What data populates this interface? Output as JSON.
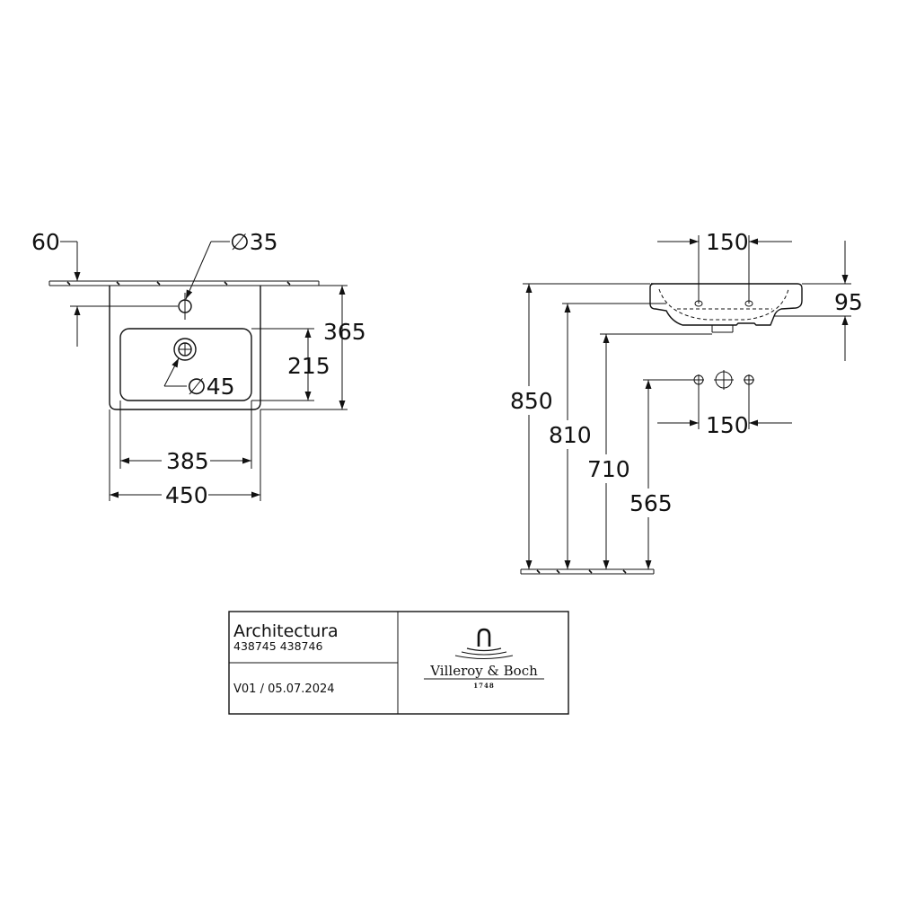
{
  "top_view": {
    "dims": {
      "overflow_offset": "60",
      "tap_hole": "∅35",
      "depth_total": "365",
      "bowl_depth": "215",
      "waste": "∅45",
      "bowl_width": "385",
      "total_width": "450"
    }
  },
  "side_view": {
    "dims": {
      "fixing_spacing_top": "150",
      "basin_height": "95",
      "height_850": "850",
      "height_810": "810",
      "height_710": "710",
      "height_565": "565",
      "fixing_spacing_bottom": "150"
    }
  },
  "title_block": {
    "product_name": "Architectura",
    "article_numbers": "438745 438746",
    "version": "V01 / 05.07.2024",
    "brand": "Villeroy & Boch",
    "brand_year": "1748"
  }
}
